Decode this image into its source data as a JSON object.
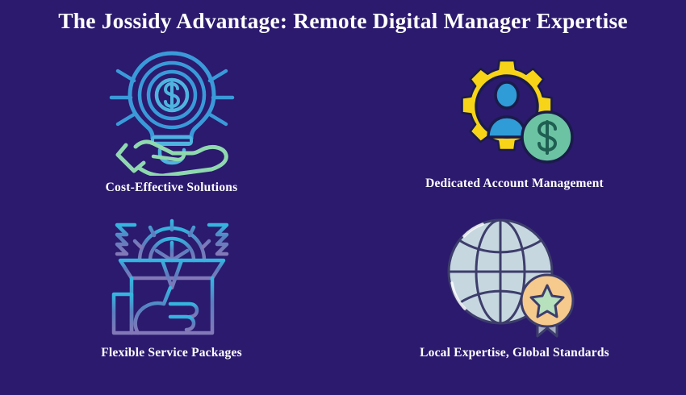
{
  "page": {
    "background_color": "#2b1a6e",
    "title": "The Jossidy Advantage: Remote Digital Manager Expertise",
    "title_color": "#ffffff"
  },
  "items": [
    {
      "id": "cost-effective-solutions",
      "label": "Cost-Effective Solutions",
      "icon": "lightbulb-dollar-in-hand-icon",
      "colors": {
        "bulb": "#3a9ad9",
        "bulb_inner": "#4fb3e0",
        "hand": "#8fd9ae",
        "rays": "#3a9ad9"
      }
    },
    {
      "id": "dedicated-account-management",
      "label": "Dedicated Account Management",
      "icon": "gear-person-dollar-coin-icon",
      "colors": {
        "gear": "#f7d417",
        "person": "#2f9bd7",
        "coin": "#6cc3a4",
        "coin_symbol": "#1f5f52",
        "outline": "#1b1b4b"
      }
    },
    {
      "id": "flexible-service-packages",
      "label": "Flexible Service Packages",
      "icon": "open-box-gear-hand-icon",
      "colors": {
        "top": "#33b6e0",
        "middle": "#5a7fc0",
        "bottom": "#8378b8"
      }
    },
    {
      "id": "local-expertise-global-standards",
      "label": "Local Expertise, Global Standards",
      "icon": "globe-award-medal-icon",
      "colors": {
        "globe_fill": "#c6d7e0",
        "globe_line": "#3d3d6b",
        "medal": "#f6c98c",
        "star": "#b7e0bd",
        "ribbon": "#a8aec2"
      }
    }
  ]
}
